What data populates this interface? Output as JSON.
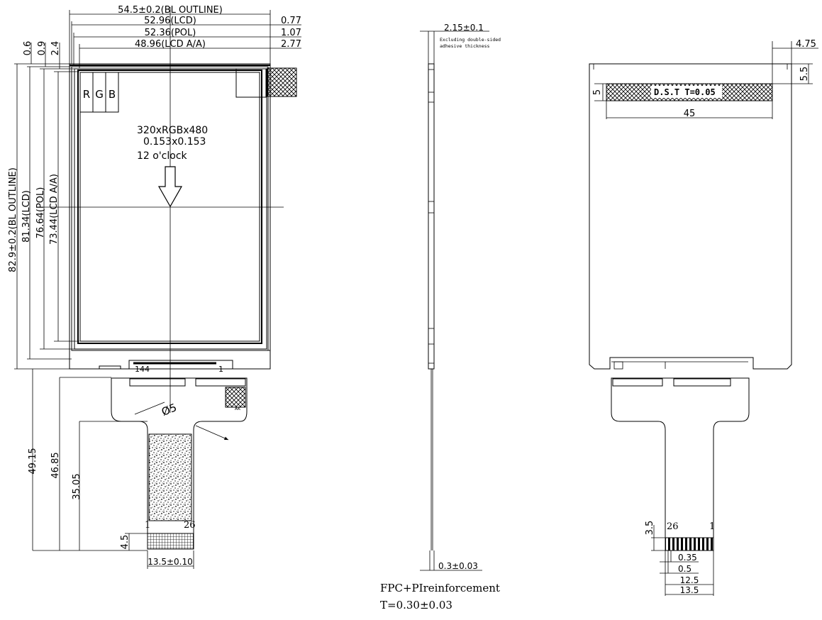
{
  "front_view": {
    "dims_horizontal": {
      "bl_outline": "54.5±0.2(BL OUTLINE)",
      "lcd": "52.96(LCD)",
      "pol": "52.36(POL)",
      "lcd_aa": "48.96(LCD A/A)",
      "offset_lcd": "0.77",
      "offset_pol": "1.07",
      "offset_aa": "2.77"
    },
    "dims_vertical": {
      "bl_outline": "82.9±0.2(BL OUTLINE)",
      "lcd": "81.34(LCD)",
      "pol": "76.64(POL)",
      "lcd_aa": "73.44(LCD A/A)",
      "top_06": "0.6",
      "top_09": "0.9",
      "top_24": "2.4"
    },
    "rgb": {
      "r": "R",
      "g": "G",
      "b": "B"
    },
    "resolution": "320xRGBx480",
    "pixel_pitch": "0.153x0.153",
    "viewing": "12 o'clock",
    "pin_left": "144",
    "pin_right": "1",
    "diameter": "Ø5",
    "fpc_dims": {
      "d1": "49.15",
      "d2": "46.85",
      "d3": "35.05",
      "d4": "4.5",
      "width": "13.5±0.10"
    },
    "fpc_pins": {
      "left": "1",
      "right": "26"
    }
  },
  "side_view": {
    "thickness": "2.15±0.1",
    "adhesive_note_1": "Excluding double-sided",
    "adhesive_note_2": "adhesive thickness",
    "fpc_thickness": "0.3±0.03",
    "reinforcement_1": "FPC+PIreinforcement",
    "reinforcement_2": "T=0.30±0.03"
  },
  "rear_view": {
    "dst_label": "D.S.T T=0.05",
    "dst_width": "45",
    "dst_height": "5",
    "dst_top": "5.5",
    "right_offset": "4.75",
    "fpc_pins": {
      "left": "26",
      "right": "1"
    },
    "fpc_dims": {
      "h": "3.5",
      "pitch": "0.35",
      "pad": "0.5",
      "inner": "12.5",
      "outer": "13.5"
    }
  }
}
